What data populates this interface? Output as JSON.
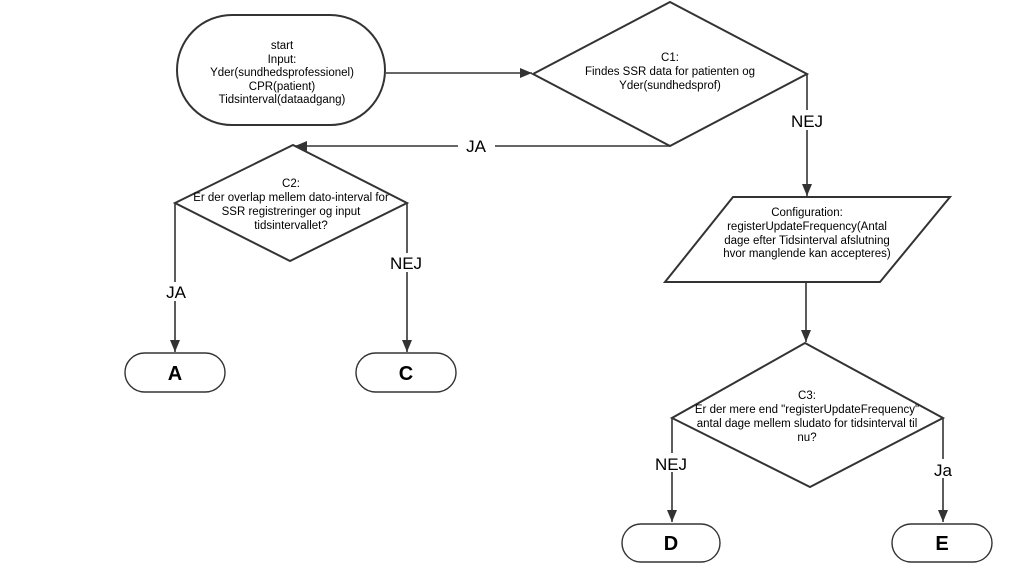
{
  "diagram": {
    "type": "flowchart",
    "colors": {
      "stroke": "#333333",
      "text": "#000000",
      "background": "#ffffff"
    },
    "nodes": {
      "start": {
        "shape": "terminator",
        "lines": [
          "start",
          "Input:",
          "Yder(sundhedsprofessionel)",
          "CPR(patient)",
          "Tidsinterval(dataadgang)"
        ]
      },
      "c1": {
        "shape": "decision",
        "lines": [
          "C1:",
          "Findes SSR data for patienten og",
          "Yder(sundhedsprof)"
        ]
      },
      "c2": {
        "shape": "decision",
        "lines": [
          "C2:",
          "Er der overlap mellem dato-interval for",
          "SSR registreringer og input",
          "tidsintervallet?"
        ]
      },
      "config": {
        "shape": "parallelogram",
        "lines": [
          "Configuration:",
          "registerUpdateFrequency(Antal",
          "dage efter Tidsinterval afslutning",
          "hvor manglende kan accepteres)"
        ]
      },
      "c3": {
        "shape": "decision",
        "lines": [
          "C3:",
          "Er der mere end \"registerUpdateFrequency\"",
          "antal dage mellem sludato for tidsinterval til",
          "nu?"
        ]
      },
      "a": {
        "shape": "terminator",
        "label": "A"
      },
      "c": {
        "shape": "terminator",
        "label": "C"
      },
      "d": {
        "shape": "terminator",
        "label": "D"
      },
      "e": {
        "shape": "terminator",
        "label": "E"
      }
    },
    "edges": {
      "start_c1": {
        "from": "start",
        "to": "c1",
        "label": ""
      },
      "c1_config": {
        "from": "c1",
        "to": "config",
        "label": "NEJ"
      },
      "c1_c2": {
        "from": "c1",
        "to": "c2",
        "label": "JA"
      },
      "c2_a": {
        "from": "c2",
        "to": "a",
        "label": "JA"
      },
      "c2_c": {
        "from": "c2",
        "to": "c",
        "label": "NEJ"
      },
      "config_c3": {
        "from": "config",
        "to": "c3",
        "label": ""
      },
      "c3_d": {
        "from": "c3",
        "to": "d",
        "label": "NEJ"
      },
      "c3_e": {
        "from": "c3",
        "to": "e",
        "label": "Ja"
      }
    }
  }
}
